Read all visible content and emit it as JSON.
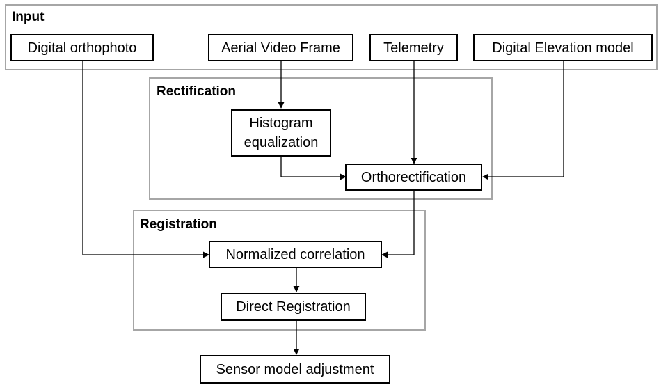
{
  "groups": {
    "input": "Input",
    "rectification": "Rectification",
    "registration": "Registration"
  },
  "nodes": {
    "digital_orthophoto": "Digital orthophoto",
    "aerial_video_frame": "Aerial Video Frame",
    "telemetry": "Telemetry",
    "digital_elevation_model": "Digital Elevation model",
    "histogram_equalization_line1": "Histogram",
    "histogram_equalization_line2": "equalization",
    "orthorectification": "Orthorectification",
    "normalized_correlation": "Normalized correlation",
    "direct_registration": "Direct Registration",
    "sensor_model_adjustment": "Sensor model adjustment"
  },
  "colors": {
    "group_border": "#a6a6a6",
    "node_border": "#000000",
    "edge": "#000000"
  }
}
